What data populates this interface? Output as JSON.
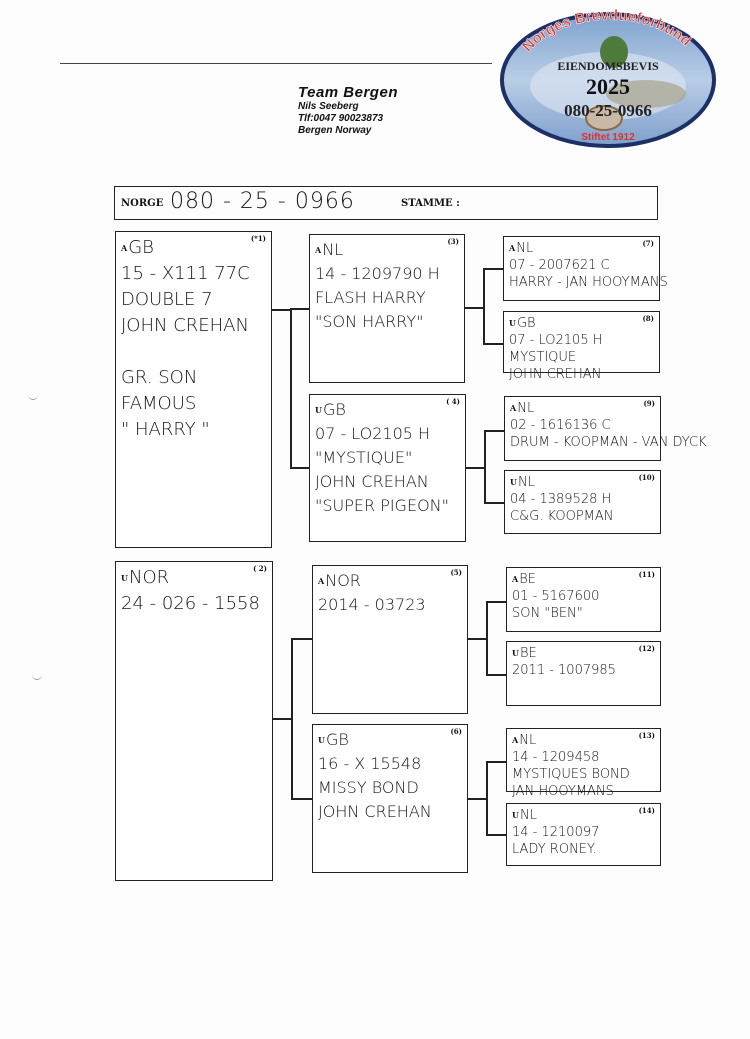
{
  "header": {
    "team": "Team  Bergen",
    "owner": "Nils  Seeberg",
    "phone": "Tlf:0047 90023873",
    "location": "Bergen  Norway"
  },
  "logo": {
    "arc_text": "Norges Brevdueforbund",
    "title": "EIENDOMSBEVIS",
    "year": "2025",
    "ring": "080-25-0966",
    "founded": "Stiftet 1912",
    "colors": {
      "oval": "#8fb3d9",
      "border": "#1c2f66",
      "arc_text": "#d8342c"
    }
  },
  "id_bar": {
    "country_label": "NORGE",
    "ring_number": "080 - 25 - 0966",
    "strain_label": "STAMME :",
    "strain_value": ""
  },
  "pedigree": [
    {
      "no": "(*1)",
      "sex": "A",
      "country": "GB",
      "lines": [
        "15 - X111 77C",
        "DOUBLE 7",
        "JOHN CREHAN",
        "",
        "GR. SON",
        "FAMOUS",
        "\" HARRY \""
      ]
    },
    {
      "no": "( 2)",
      "sex": "U",
      "country": "NOR",
      "lines": [
        "24 - 026 - 1558"
      ]
    },
    {
      "no": "(3)",
      "sex": "A",
      "country": "NL",
      "lines": [
        "14 - 1209790 H",
        "FLASH HARRY",
        "\"SON HARRY\""
      ]
    },
    {
      "no": "( 4)",
      "sex": "U",
      "country": "GB",
      "lines": [
        "07 - LO2105 H",
        "\"MYSTIQUE\"",
        "JOHN CREHAN",
        "\"SUPER PIGEON\""
      ]
    },
    {
      "no": "(5)",
      "sex": "A",
      "country": "NOR",
      "lines": [
        "2014 - 03723"
      ]
    },
    {
      "no": "(6)",
      "sex": "U",
      "country": "GB",
      "lines": [
        "16 - X 15548",
        "MISSY BOND",
        "JOHN CREHAN"
      ]
    },
    {
      "no": "(7)",
      "sex": "A",
      "country": "NL",
      "lines": [
        "07 - 2007621 C",
        "HARRY - JAN HOOYMANS"
      ]
    },
    {
      "no": "(8)",
      "sex": "U",
      "country": "GB",
      "lines": [
        "07 - LO2105 H",
        "MYSTIQUE",
        "JOHN CREHAN"
      ]
    },
    {
      "no": "(9)",
      "sex": "A",
      "country": "NL",
      "lines": [
        "02 - 1616136 C",
        "DRUM - KOOPMAN - VAN DYCK"
      ]
    },
    {
      "no": "(10)",
      "sex": "U",
      "country": "NL",
      "lines": [
        "04 - 1389528 H",
        "C&G. KOOPMAN"
      ]
    },
    {
      "no": "(11)",
      "sex": "A",
      "country": "BE",
      "lines": [
        "01 - 5167600",
        "SON \"BEN\""
      ]
    },
    {
      "no": "(12)",
      "sex": "U",
      "country": "BE",
      "lines": [
        "2011 - 1007985"
      ]
    },
    {
      "no": "(13)",
      "sex": "A",
      "country": "NL",
      "lines": [
        "14 - 1209458",
        "MYSTIQUES BOND",
        "JAN HOOYMANS"
      ]
    },
    {
      "no": "(14)",
      "sex": "U",
      "country": "NL",
      "lines": [
        "14 - 1210097",
        "LADY RONEY."
      ]
    }
  ]
}
